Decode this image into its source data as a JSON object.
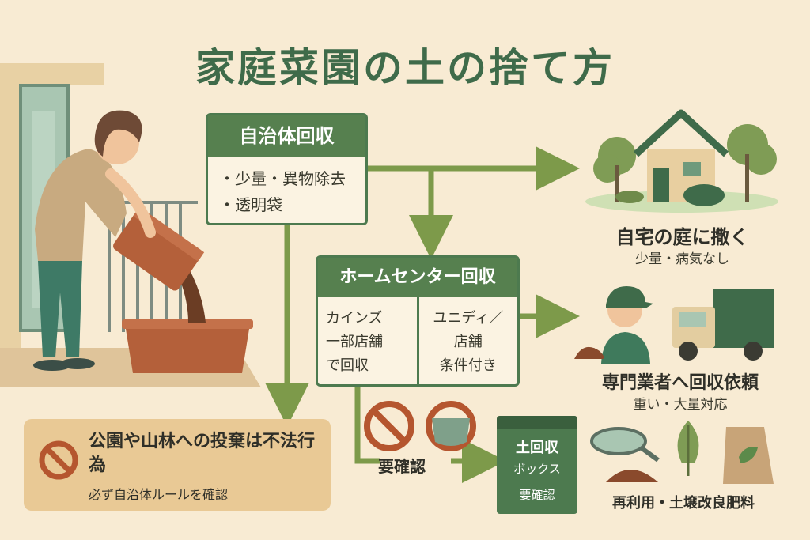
{
  "title": "家庭菜園の土の捨て方",
  "municipal": {
    "heading": "自治体回収",
    "items": [
      "・少量・異物除去",
      "・透明袋"
    ]
  },
  "home_center": {
    "heading": "ホームセンター回収",
    "left": [
      "カインズ",
      "一部店舗",
      "で回収"
    ],
    "right": [
      "ユニディ／",
      "店舗",
      "条件付き"
    ]
  },
  "garden": {
    "label": "自宅の庭に撒く",
    "sub": "少量・病気なし"
  },
  "contractor": {
    "label": "専門業者へ回収依頼",
    "sub": "重い・大量対応"
  },
  "confirm_label": "要確認",
  "collection_box": [
    "土回収",
    "ボックス",
    "要確認"
  ],
  "recycle_label": "再利用・土壌改良肥料",
  "warning": {
    "title": "公園や山林への投棄は不法行為",
    "sub": "必ず自治体ルールを確認"
  },
  "colors": {
    "background": "#f8ebd3",
    "primary_green": "#4d7a4f",
    "title_green": "#3f6b4a",
    "arrow_green": "#7d9a4a",
    "warning_bg": "#e9c995",
    "warning_icon": "#b5562f"
  }
}
